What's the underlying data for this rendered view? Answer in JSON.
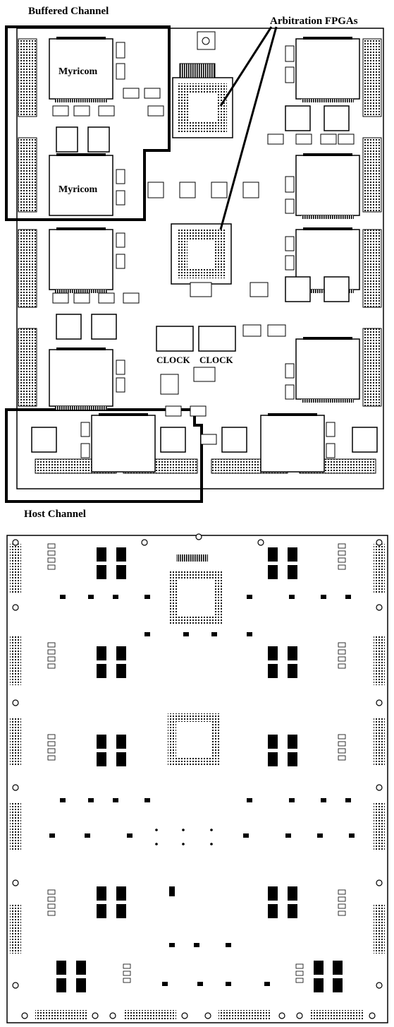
{
  "annotations": {
    "buffered_channel": "Buffered Channel",
    "arbitration_fpgas": "Arbitration FPGAs",
    "host_channel": "Host Channel"
  },
  "chips": {
    "myricom": "Myricom",
    "clock": "CLOCK"
  }
}
